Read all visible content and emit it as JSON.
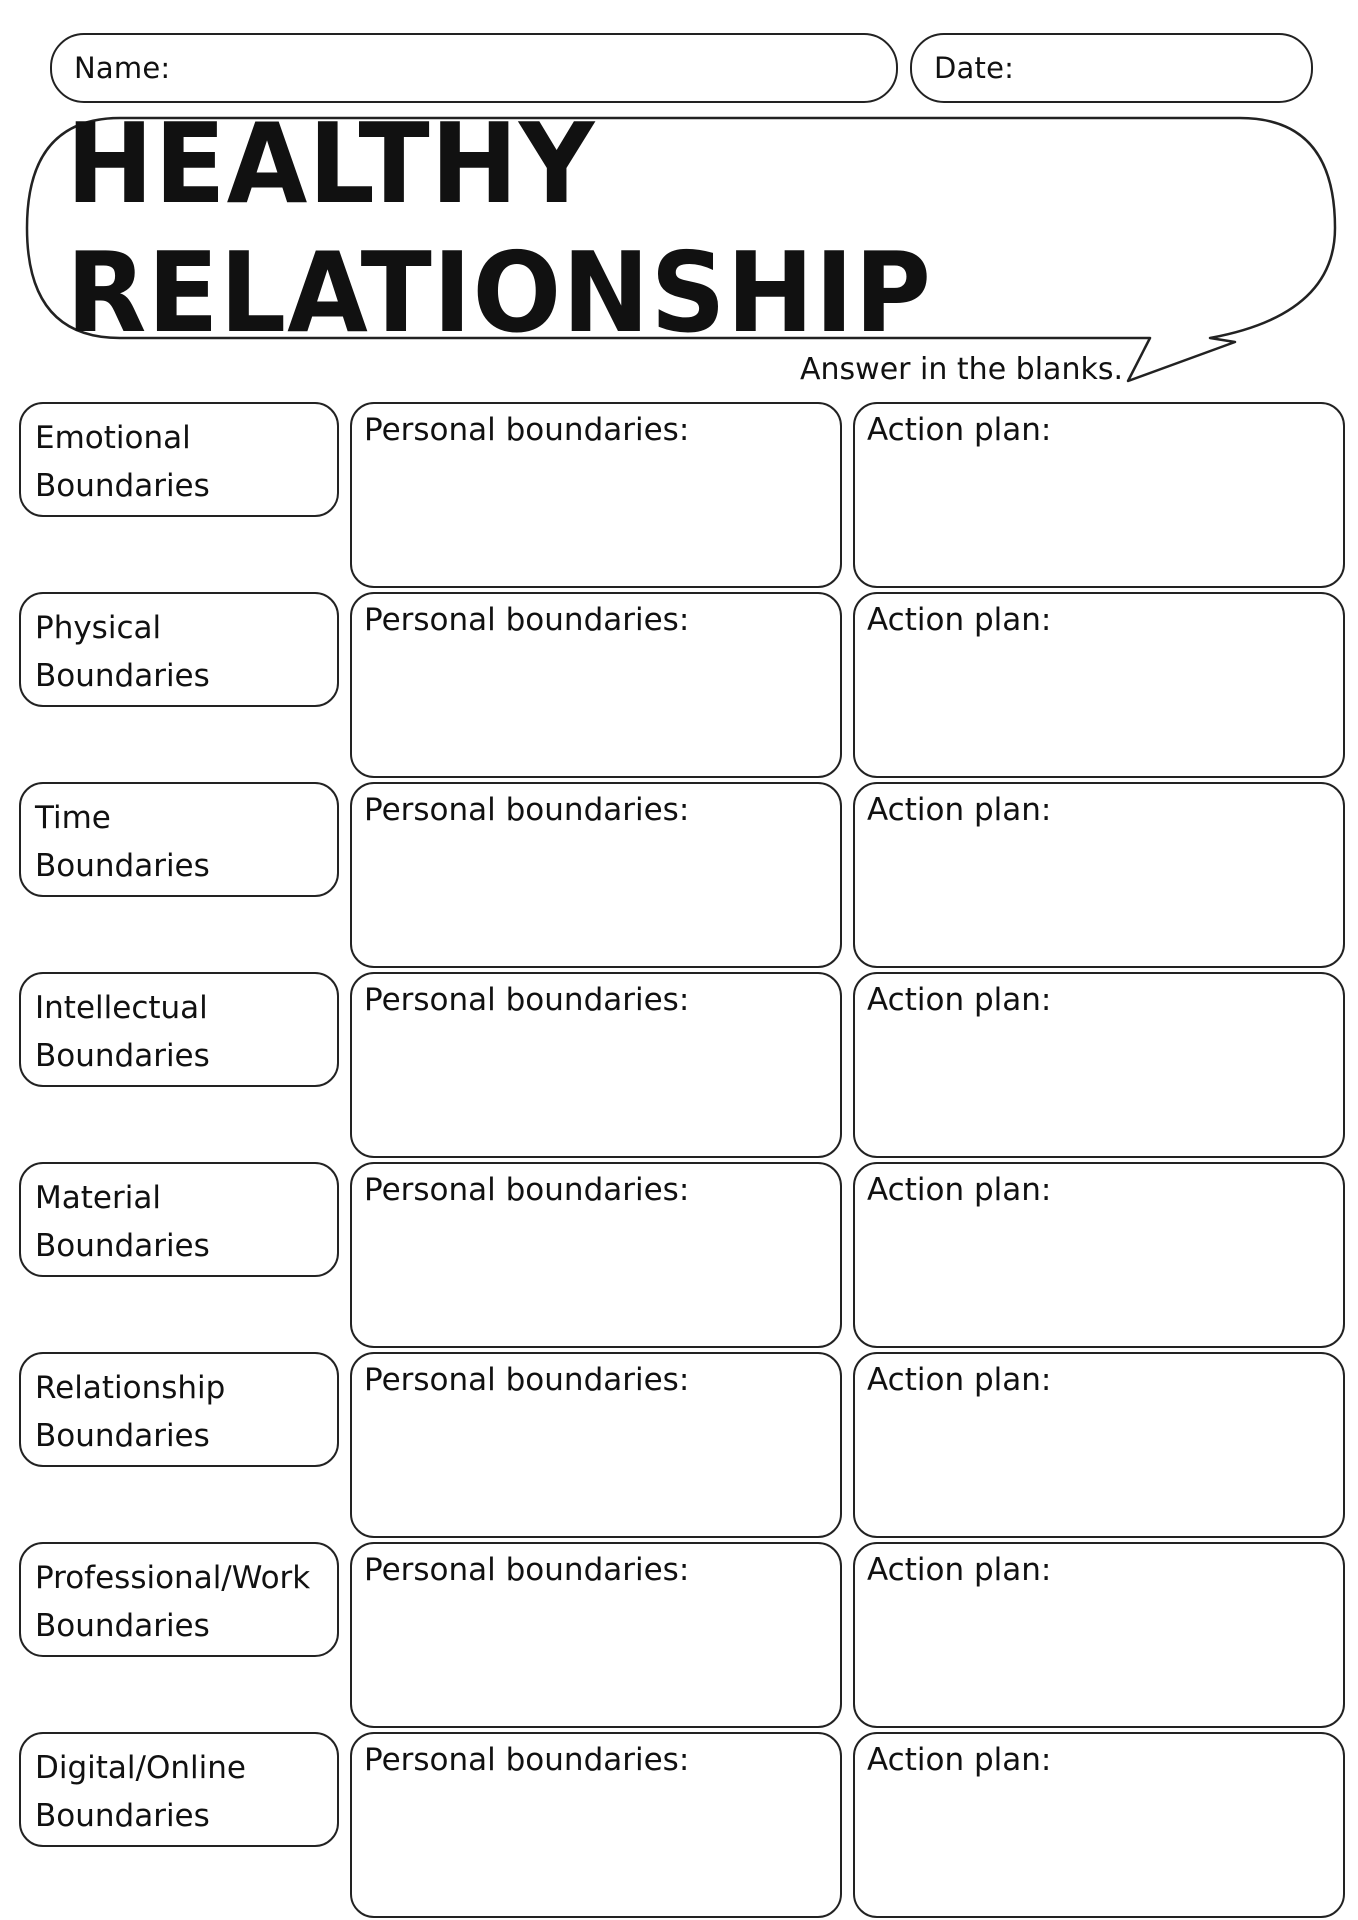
{
  "header": {
    "name_label": "Name:",
    "date_label": "Date:"
  },
  "title": "HEALTHY RELATIONSHIP",
  "instruction": "Answer in the blanks.",
  "rows": [
    {
      "line1": "Emotional",
      "line2": "Boundaries",
      "pb_label": "Personal boundaries:",
      "ap_label": "Action plan:"
    },
    {
      "line1": "Physical",
      "line2": "Boundaries",
      "pb_label": "Personal boundaries:",
      "ap_label": "Action plan:"
    },
    {
      "line1": "Time",
      "line2": "Boundaries",
      "pb_label": "Personal boundaries:",
      "ap_label": "Action plan:"
    },
    {
      "line1": "Intellectual",
      "line2": "Boundaries",
      "pb_label": "Personal boundaries:",
      "ap_label": "Action plan:"
    },
    {
      "line1": "Material",
      "line2": "Boundaries",
      "pb_label": "Personal boundaries:",
      "ap_label": "Action plan:"
    },
    {
      "line1": "Relationship",
      "line2": "Boundaries",
      "pb_label": "Personal boundaries:",
      "ap_label": "Action plan:"
    },
    {
      "line1": "Professional/Work",
      "line2": "Boundaries",
      "pb_label": "Personal boundaries:",
      "ap_label": "Action plan:"
    },
    {
      "line1": "Digital/Online",
      "line2": "Boundaries",
      "pb_label": "Personal boundaries:",
      "ap_label": "Action plan:"
    }
  ]
}
